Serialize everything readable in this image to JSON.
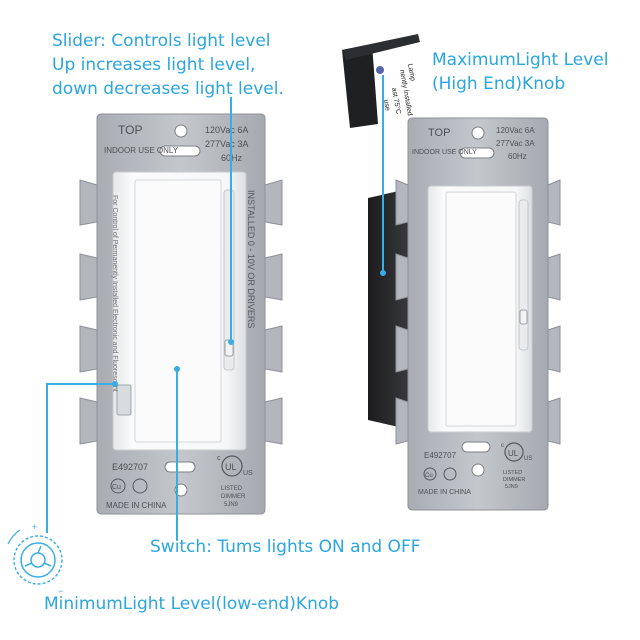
{
  "annotations": {
    "slider_line1": "Slider: Controls light level",
    "slider_line2": "Up increases light level,",
    "slider_line3": "down decreases light level.",
    "max_line1": "MaximumLight Level",
    "max_line2": "(High End)Knob",
    "switch": "Switch: Tums lights ON and OFF",
    "min": "MinimumLight Level(low-end)Knob"
  },
  "front_plate": {
    "top": "TOP",
    "indoor": "INDOOR USE ONLY",
    "rating1": "120Vac  6A",
    "rating2": "277Vac  3A",
    "rating3": "60Hz",
    "side_text": "INSTALLED 0 - 10V OR DRIVERS",
    "left_text": "For Control of Permanently Installed Electronic and Fluorescent",
    "model": "E492707",
    "made_in": "MADE IN CHINA",
    "listed1": "LISTED",
    "listed2": "DIMMER",
    "listed3": "5JN9",
    "ul": "UL",
    "us": "US",
    "c": "c",
    "cu": "Cu"
  },
  "side_plate": {
    "top": "TOP",
    "indoor": "INDOOR USE ONLY",
    "rating1": "120Vac  6A",
    "rating2": "277Vac  3A",
    "rating3": "60Hz",
    "model": "E492707",
    "made_in": "MADE IN CHINA",
    "listed1": "LISTED",
    "listed2": "DIMMER",
    "listed3": "5JN9",
    "ul": "UL",
    "us": "US",
    "c": "c",
    "cu": "Cu"
  },
  "knob_inset": {
    "text1": "use",
    "text2": "ast 75°C",
    "text3": "nently Installed",
    "text4": "Lamp"
  },
  "colors": {
    "accent": "#2aa6e0",
    "plate": "#b9bcc2",
    "plate_dark": "#8e9197",
    "white": "#f6f7f8"
  }
}
